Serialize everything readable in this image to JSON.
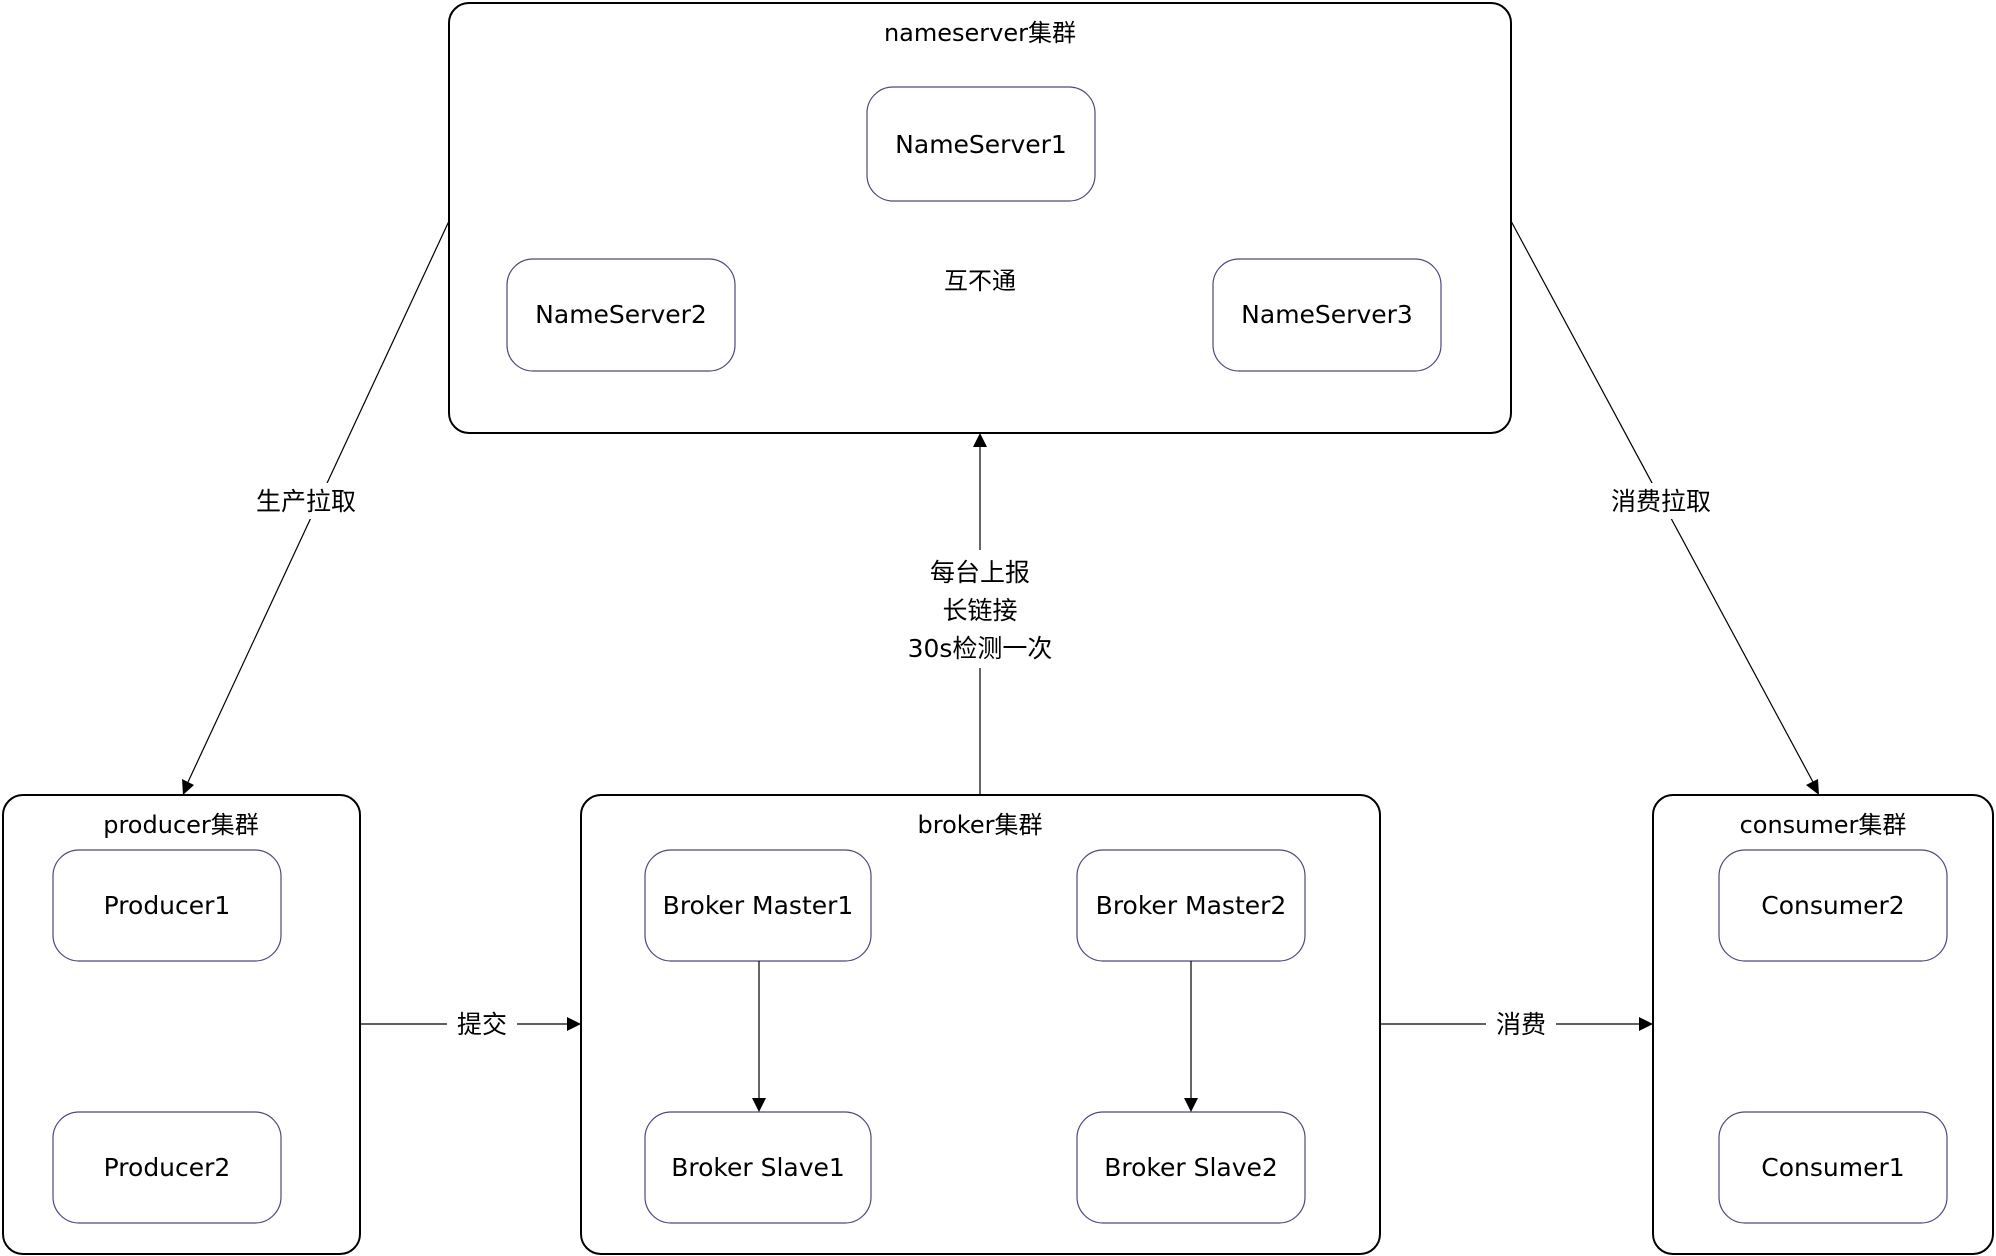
{
  "clusters": {
    "nameserver": {
      "title": "nameserver集群",
      "note": "互不通"
    },
    "producer": {
      "title": "producer集群"
    },
    "broker": {
      "title": "broker集群"
    },
    "consumer": {
      "title": "consumer集群"
    }
  },
  "nodes": {
    "nameserver1": "NameServer1",
    "nameserver2": "NameServer2",
    "nameserver3": "NameServer3",
    "producer1": "Producer1",
    "producer2": "Producer2",
    "broker_master1": "Broker Master1",
    "broker_master2": "Broker Master2",
    "broker_slave1": "Broker Slave1",
    "broker_slave2": "Broker Slave2",
    "consumer2": "Consumer2",
    "consumer1": "Consumer1"
  },
  "edges": {
    "produce_pull": "生产拉取",
    "consume_pull": "消费拉取",
    "report_line1": "每台上报",
    "report_line2": "长链接",
    "report_line3": "30s检测一次",
    "submit": "提交",
    "consume": "消费"
  },
  "colors": {
    "cluster_border": "#000000",
    "node_border": "#4a4a7a",
    "background": "#ffffff"
  }
}
